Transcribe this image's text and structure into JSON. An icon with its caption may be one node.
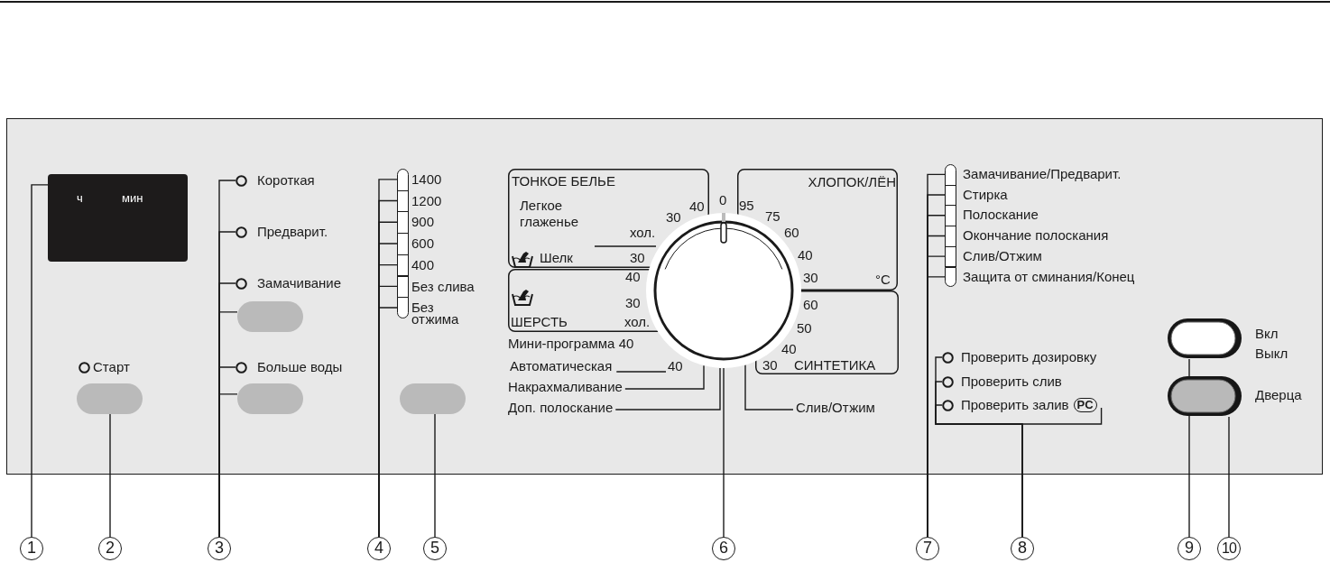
{
  "diagram": {
    "nodes": [
      {
        "text": [],
        "shape": "box"
      },
      {
        "text": [
          "ч",
          "мин"
        ],
        "in": 0
      },
      {
        "text": [
          "Старт"
        ],
        "in": 0
      },
      {
        "text": [],
        "shape": "button",
        "in": 0
      },
      {
        "text": [
          "Короткая"
        ],
        "in": 0
      },
      {
        "text": [
          "Предварит."
        ],
        "in": 0
      },
      {
        "text": [
          "Замачивание"
        ],
        "in": 0
      },
      {
        "text": [],
        "shape": "button",
        "in": 0
      },
      {
        "text": [
          "Больше воды"
        ],
        "in": 0
      },
      {
        "text": [],
        "shape": "button",
        "in": 0
      },
      {
        "text": [
          "1400"
        ],
        "in": 0
      },
      {
        "text": [
          "1200"
        ],
        "in": 0
      },
      {
        "text": [
          "900"
        ],
        "in": 0
      },
      {
        "text": [
          "600"
        ],
        "in": 0
      },
      {
        "text": [
          "400"
        ],
        "in": 0
      },
      {
        "text": [
          "Без слива"
        ],
        "in": 0
      },
      {
        "text": [
          "Без отжима"
        ],
        "in": 0
      },
      {
        "text": [],
        "shape": "button",
        "in": 0
      },
      {
        "text": [
          "ТОНКОЕ БЕЛЬЕ",
          "Легкое глаженье",
          "40",
          "30",
          "хол.",
          "Шелк",
          "30"
        ],
        "in": 0
      },
      {
        "text": [
          "40",
          "30",
          "ШЕРСТЬ",
          "хол."
        ],
        "in": 0
      },
      {
        "text": [
          "ХЛОПОК/ЛЁН",
          "95",
          "75",
          "60",
          "40",
          "30",
          "°C"
        ],
        "in": 0
      },
      {
        "text": [
          "60",
          "50",
          "40",
          "30",
          "СИНТЕТИКА"
        ],
        "in": 0
      },
      {
        "text": [],
        "shape": "circle",
        "in": 0
      },
      {
        "text": [
          "Накрахмаливание"
        ],
        "in": 0
      },
      {
        "text": [
          "Доп. полоскание"
        ],
        "in": 0
      },
      {
        "text": [
          "Слив/Отжим"
        ],
        "in": 0
      },
      {
        "text": [
          "Замачивание/Предварит."
        ],
        "in": 0
      },
      {
        "text": [
          "Стирка"
        ],
        "in": 0
      },
      {
        "text": [
          "Полоскание"
        ],
        "in": 0
      },
      {
        "text": [
          "Окончание полоскания"
        ],
        "in": 0
      },
      {
        "text": [
          "Слив/Отжим"
        ],
        "in": 0
      },
      {
        "text": [
          "Защита от сминания/Конец"
        ],
        "in": 0
      },
      {
        "text": [
          "Проверить дозировку"
        ],
        "in": 0
      },
      {
        "text": [
          "Проверить слив"
        ],
        "in": 0
      },
      {
        "text": [
          "Проверить залив",
          "PC"
        ],
        "in": 0
      },
      {
        "text": [],
        "shape": "button",
        "beside": [
          "Вкл Выкл"
        ],
        "in": 0
      },
      {
        "text": [],
        "shape": "button",
        "beside": [
          "Дверца"
        ],
        "in": 0
      },
      {
        "text": [
          "1"
        ]
      },
      {
        "text": [
          "2"
        ]
      },
      {
        "text": [
          "3"
        ]
      },
      {
        "text": [
          "4"
        ]
      },
      {
        "text": [
          "5"
        ]
      },
      {
        "text": [
          "6"
        ]
      },
      {
        "text": [
          "7"
        ]
      },
      {
        "text": [
          "8"
        ]
      },
      {
        "text": [
          "9"
        ]
      },
      {
        "text": [
          "10"
        ]
      }
    ],
    "edges": [
      {
        "from": 37,
        "to": 1,
        "arrow": "none"
      },
      {
        "from": 38,
        "to": 3,
        "arrow": "none"
      },
      {
        "from": 39,
        "to": 4,
        "arrow": "none"
      },
      {
        "from": 39,
        "to": 5,
        "arrow": "none"
      },
      {
        "from": 39,
        "to": 6,
        "arrow": "none"
      },
      {
        "from": 39,
        "to": 7,
        "arrow": "none"
      },
      {
        "from": 39,
        "to": 8,
        "arrow": "none"
      },
      {
        "from": 39,
        "to": 9,
        "arrow": "none"
      },
      {
        "from": 40,
        "to": 10,
        "arrow": "none"
      },
      {
        "from": 40,
        "to": 11,
        "arrow": "none"
      },
      {
        "from": 40,
        "to": 12,
        "arrow": "none"
      },
      {
        "from": 40,
        "to": 13,
        "arrow": "none"
      },
      {
        "from": 40,
        "to": 14,
        "arrow": "none"
      },
      {
        "from": 40,
        "to": 15,
        "arrow": "none"
      },
      {
        "from": 40,
        "to": 16,
        "arrow": "none"
      },
      {
        "from": 41,
        "to": 17,
        "arrow": "none"
      },
      {
        "from": 42,
        "to": 22,
        "arrow": "none"
      },
      {
        "from": 43,
        "to": 26,
        "arrow": "none"
      },
      {
        "from": 43,
        "to": 27,
        "arrow": "none"
      },
      {
        "from": 43,
        "to": 28,
        "arrow": "none"
      },
      {
        "from": 43,
        "to": 29,
        "arrow": "none"
      },
      {
        "from": 43,
        "to": 30,
        "arrow": "none"
      },
      {
        "from": 43,
        "to": 31,
        "arrow": "none"
      },
      {
        "from": 44,
        "to": 32,
        "arrow": "none"
      },
      {
        "from": 44,
        "to": 33,
        "arrow": "none"
      },
      {
        "from": 44,
        "to": 34,
        "arrow": "none"
      },
      {
        "from": 45,
        "to": 35,
        "arrow": "none"
      },
      {
        "from": 46,
        "to": 36,
        "arrow": "none"
      },
      {
        "from": 23,
        "to": 22,
        "arrow": "none"
      },
      {
        "from": 24,
        "to": 22,
        "arrow": "none"
      },
      {
        "from": 25,
        "to": 22,
        "arrow": "none"
      }
    ],
    "labels": [
      "0",
      "Мини-программа 40",
      "Автоматическая",
      "40"
    ]
  }
}
